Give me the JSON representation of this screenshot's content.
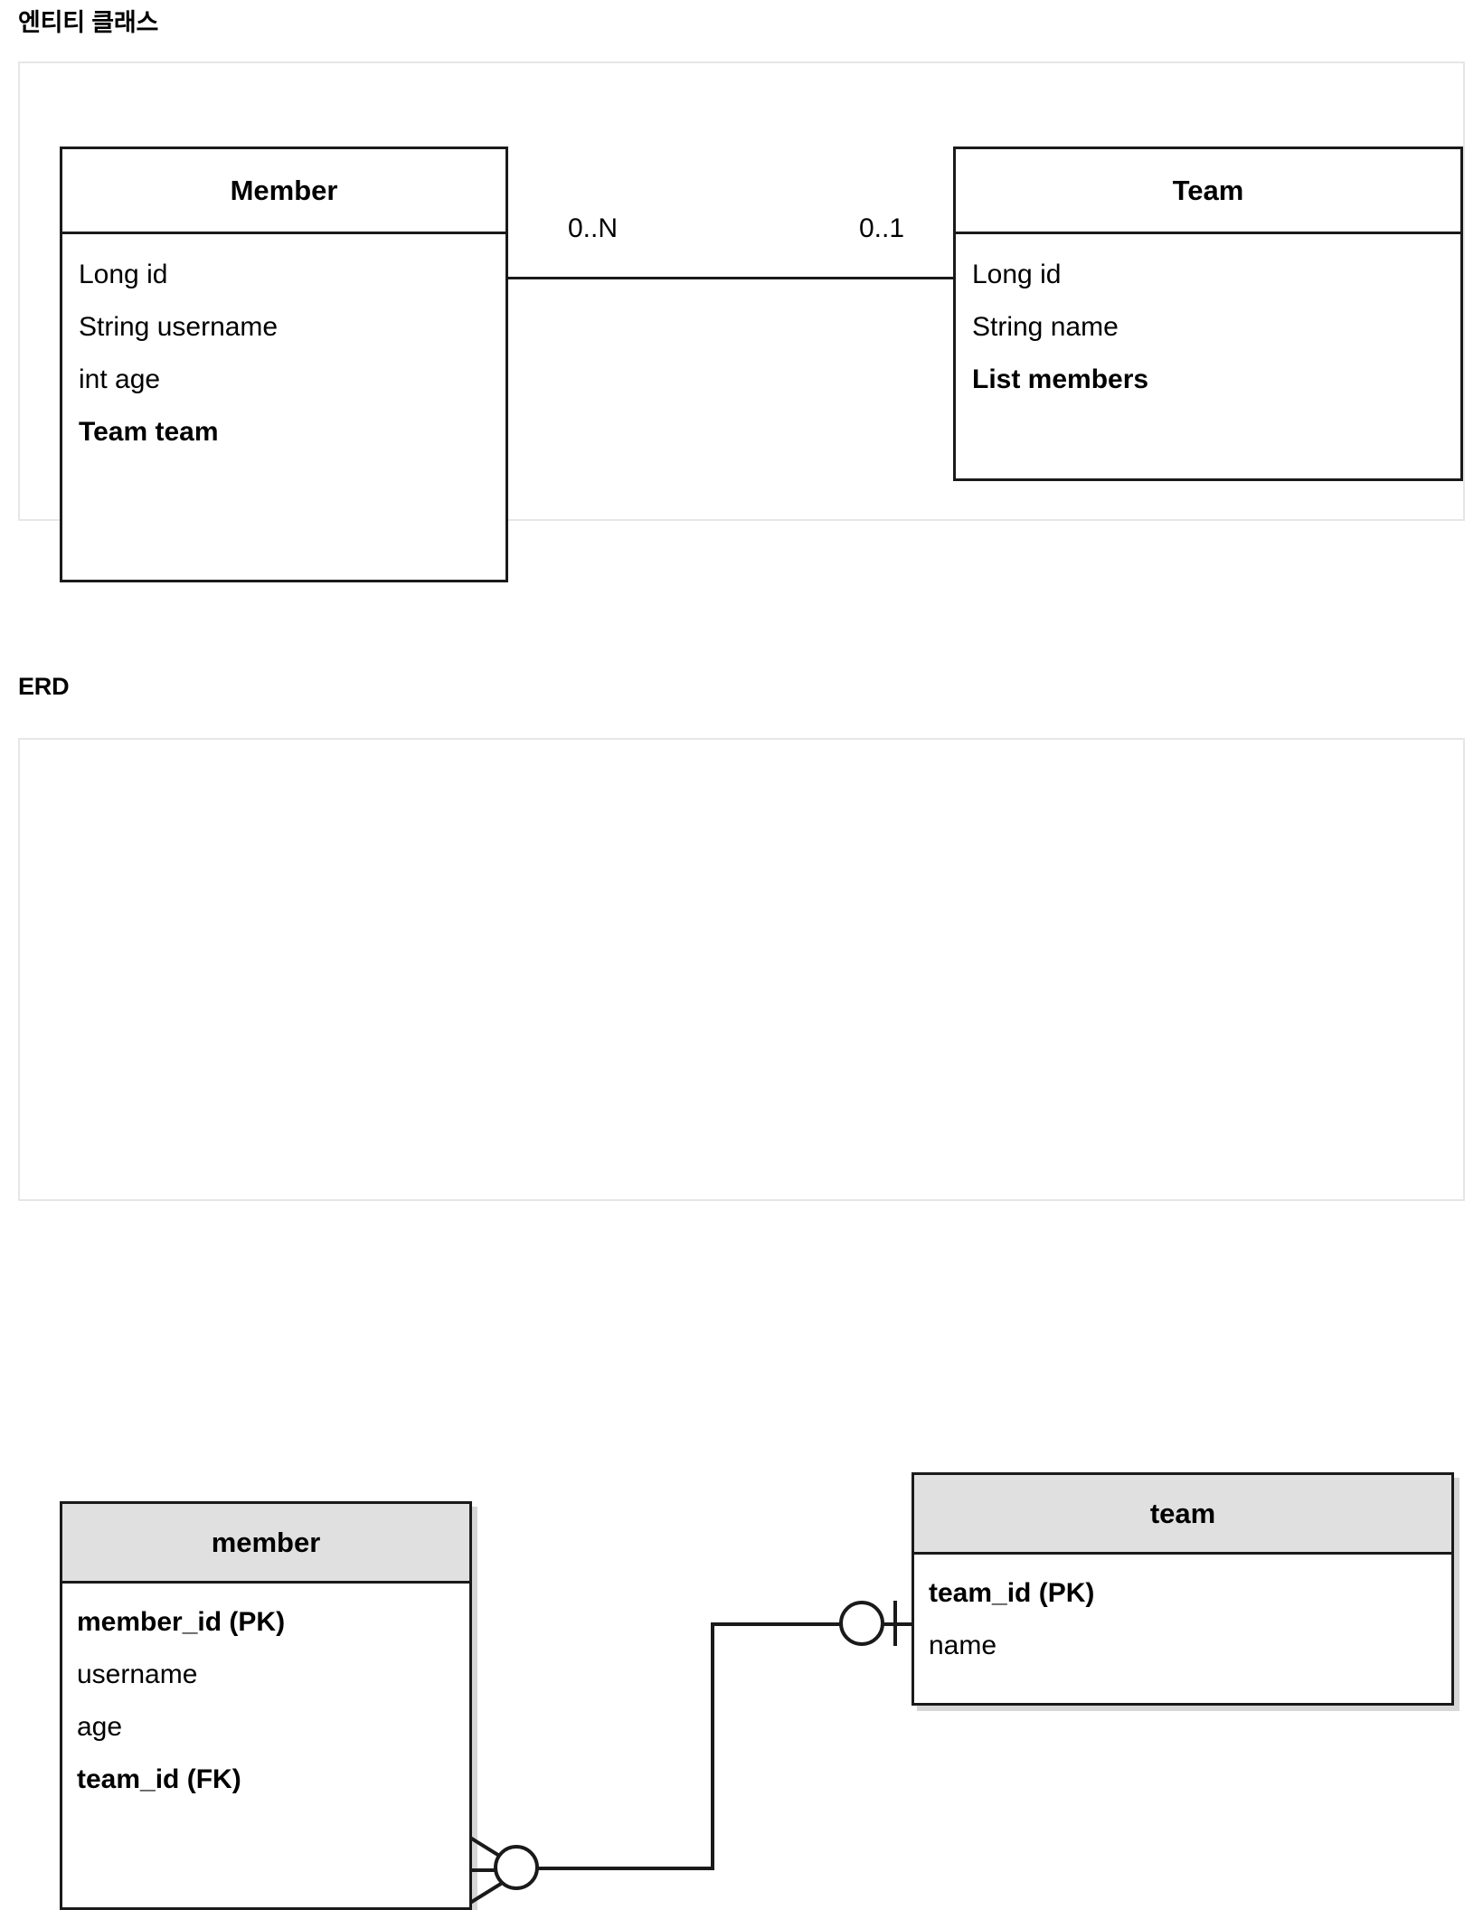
{
  "sections": {
    "entity": {
      "label": "엔티티 클래스",
      "diagram_type": "uml-class-diagram",
      "classes": [
        {
          "name": "Member",
          "attributes": [
            {
              "text": "Long id",
              "bold": false
            },
            {
              "text": "String username",
              "bold": false
            },
            {
              "text": "int age",
              "bold": false
            },
            {
              "text": "Team team",
              "bold": true
            }
          ]
        },
        {
          "name": "Team",
          "attributes": [
            {
              "text": "Long id",
              "bold": false
            },
            {
              "text": "String name",
              "bold": false
            },
            {
              "text": "List members",
              "bold": true
            }
          ]
        }
      ],
      "association": {
        "source_multiplicity": "0..N",
        "target_multiplicity": "0..1"
      }
    },
    "erd": {
      "label": "ERD",
      "diagram_type": "entity-relationship-diagram",
      "tables": [
        {
          "name": "member",
          "columns": [
            {
              "text": "member_id (PK)",
              "bold": true
            },
            {
              "text": "username",
              "bold": false
            },
            {
              "text": "age",
              "bold": false
            },
            {
              "text": "team_id (FK)",
              "bold": true
            }
          ]
        },
        {
          "name": "team",
          "columns": [
            {
              "text": "team_id (PK)",
              "bold": true
            },
            {
              "text": "name",
              "bold": false
            }
          ]
        }
      ],
      "relationship": {
        "member_side_notation": "zero-or-many",
        "team_side_notation": "zero-or-one"
      }
    }
  },
  "colors": {
    "line": "#1a1a1a",
    "panel_border": "#e6e6e6",
    "table_header_fill": "#e0e0e0",
    "background": "#ffffff"
  }
}
